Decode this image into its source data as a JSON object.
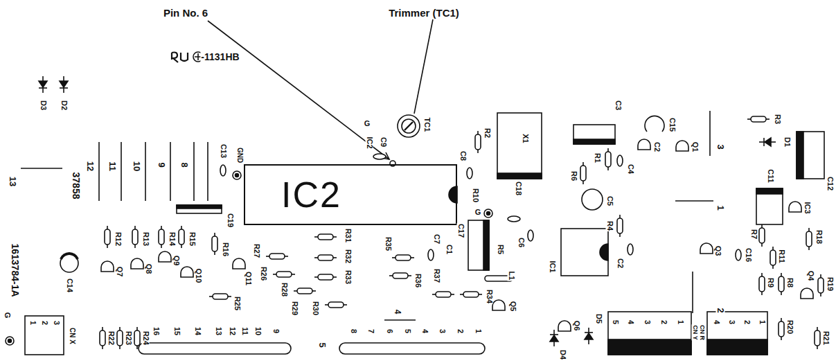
{
  "diagram": {
    "nodes": [
      {
        "text": [
          "IC2"
        ]
      }
    ],
    "labels": [
      "Pin No. 6",
      "Trimmer (TC1)",
      "-1131HB",
      "G",
      "TC1",
      "IC2",
      "C9",
      "R2",
      "X1",
      "C3",
      "C15",
      "R3",
      "D1",
      "D3",
      "D2",
      "C13",
      "GND",
      "C8",
      "C2",
      "Q1",
      "3",
      "R1",
      "C4",
      "R6",
      "C11",
      "C12",
      "13",
      "12",
      "11",
      "10",
      "9",
      "8",
      "37858",
      "R10",
      "C18",
      "C5",
      "1",
      "IC3",
      "G",
      "C19",
      "R4",
      "C17",
      "R7",
      "R31",
      "R18",
      "R12",
      "R13",
      "R14",
      "R15",
      "C7",
      "C6",
      "R35",
      "R16",
      "R27",
      "C1",
      "R5",
      "Q3",
      "C16",
      "R11",
      "R32",
      "C2",
      "IC1",
      "1613784-1A",
      "Q7",
      "Q8",
      "Q9",
      "Q11",
      "R26",
      "Q10",
      "R37",
      "L1",
      "R33",
      "R36",
      "R9",
      "R8",
      "Q4",
      "R19",
      "C14",
      "R28",
      "R34",
      "R25",
      "R29",
      "R30",
      "Q5",
      "2",
      "4",
      "G",
      "D5",
      "5",
      "4",
      "3",
      "2",
      "1",
      "CN Y",
      "CN R",
      "4",
      "3",
      "2",
      "1",
      "Q6",
      "R20",
      "16",
      "15",
      "14",
      "13",
      "12",
      "11",
      "10",
      "9",
      "8",
      "7",
      "6",
      "5",
      "4",
      "3",
      "2",
      "1",
      "1",
      "2",
      "3",
      "CN X",
      "R22",
      "R23",
      "R24",
      "R21",
      "5",
      "D4"
    ]
  }
}
